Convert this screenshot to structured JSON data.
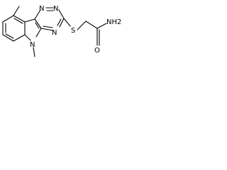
{
  "structure": {
    "atoms": {
      "n_triazine_top": "N",
      "n_triazine_middle": "N",
      "n_triazine_bottom": "N",
      "n_indole": "N",
      "sulfur": "S",
      "amide_nitrogen": "NH2",
      "carbonyl_oxygen": "O"
    }
  }
}
